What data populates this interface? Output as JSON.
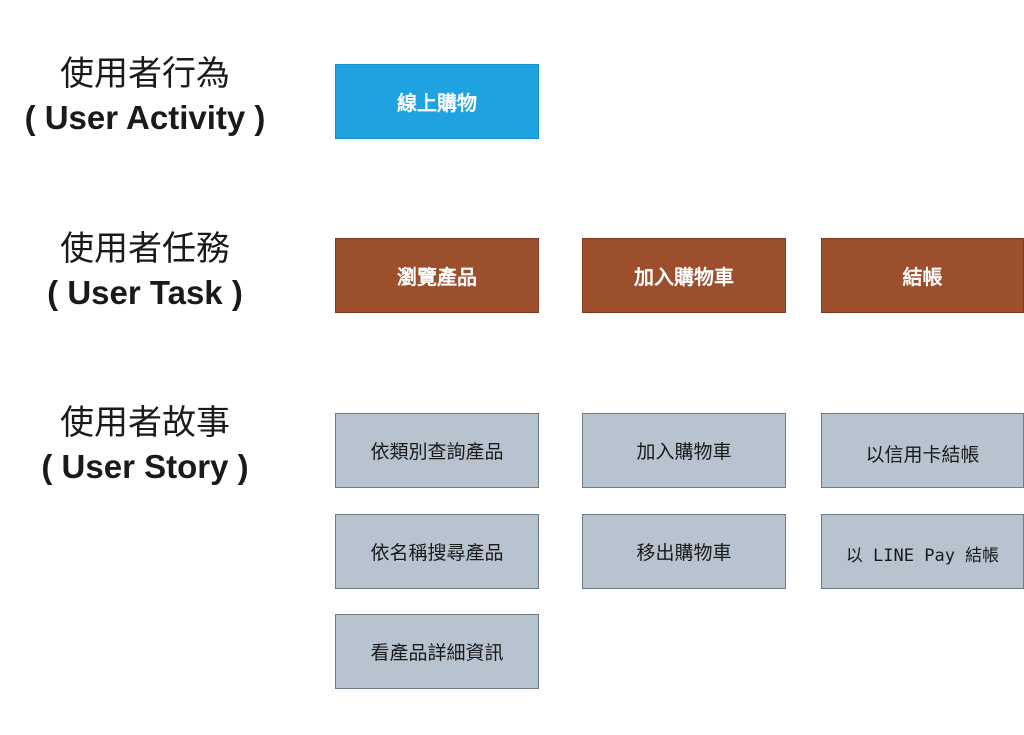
{
  "rows": {
    "activity": {
      "label_zh": "使用者行為",
      "label_en": "( User Activity )"
    },
    "task": {
      "label_zh": "使用者任務",
      "label_en": "( User Task )"
    },
    "story": {
      "label_zh": "使用者故事",
      "label_en": "( User Story )"
    }
  },
  "activities": [
    "線上購物"
  ],
  "tasks": [
    "瀏覽產品",
    "加入購物車",
    "結帳"
  ],
  "stories": {
    "browse": [
      "依類別查詢產品",
      "依名稱搜尋產品",
      "看產品詳細資訊"
    ],
    "cart": [
      "加入購物車",
      "移出購物車"
    ],
    "checkout": [
      "以信用卡結帳",
      "以 LINE Pay 結帳"
    ]
  },
  "colors": {
    "activity": "#1ea3e0",
    "task": "#9b4f2d",
    "story": "#b7c4cf"
  }
}
